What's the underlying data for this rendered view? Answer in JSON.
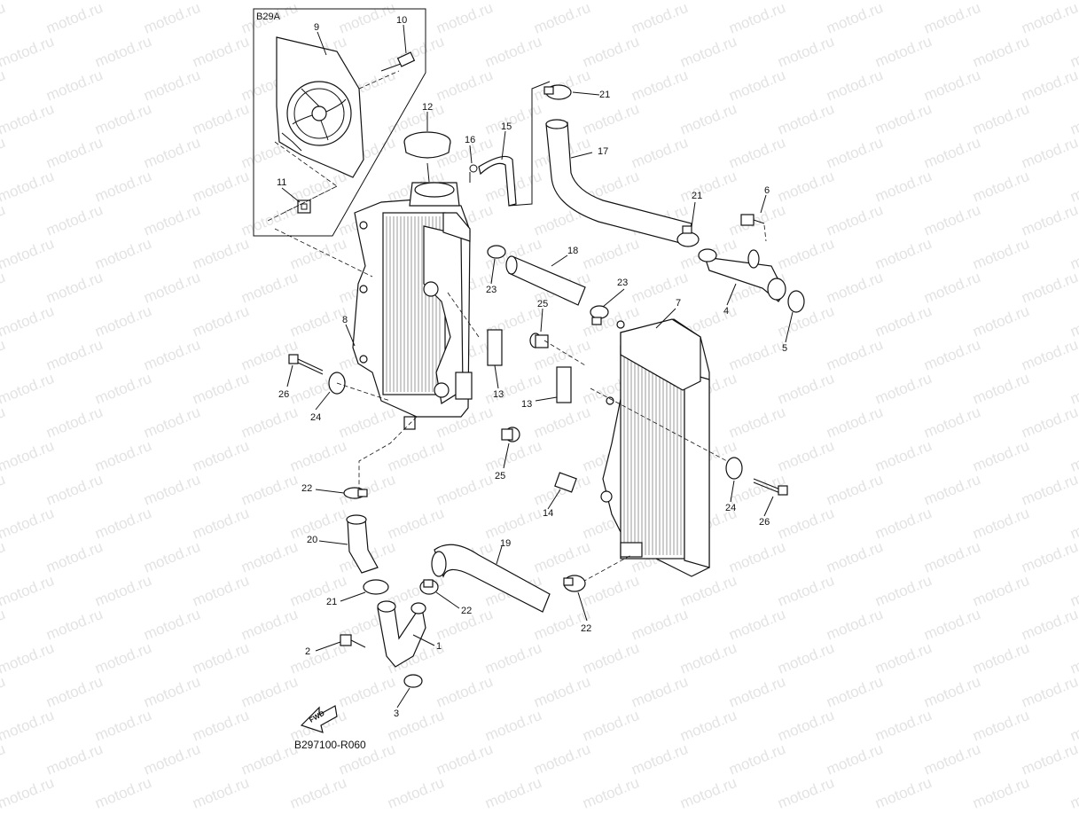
{
  "watermark": "motod.ru",
  "inset": {
    "label": "B29A"
  },
  "drawing_number": "B297100-R060",
  "fwd_label": "FWD",
  "callouts": {
    "c1": "1",
    "c2": "2",
    "c3": "3",
    "c4": "4",
    "c5": "5",
    "c6": "6",
    "c7": "7",
    "c8": "8",
    "c9": "9",
    "c10": "10",
    "c11": "11",
    "c12": "12",
    "c13a": "13",
    "c13b": "13",
    "c14": "14",
    "c15": "15",
    "c16": "16",
    "c17": "17",
    "c18": "18",
    "c19": "19",
    "c20": "20",
    "c21a": "21",
    "c21b": "21",
    "c21c": "21",
    "c22a": "22",
    "c22b": "22",
    "c22c": "22",
    "c23a": "23",
    "c23b": "23",
    "c24a": "24",
    "c24b": "24",
    "c25a": "25",
    "c25b": "25",
    "c26a": "26",
    "c26b": "26"
  }
}
